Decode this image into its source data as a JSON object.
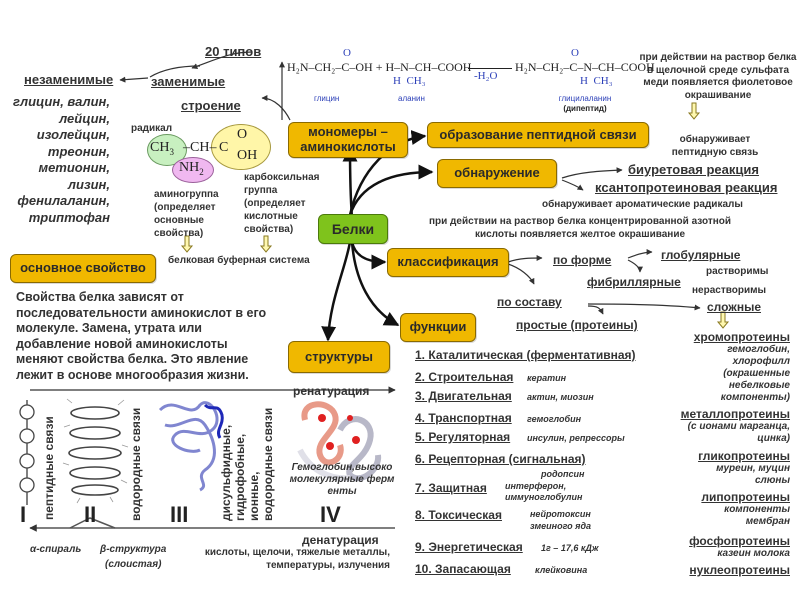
{
  "top": {
    "types": "20 типов",
    "essential": "незаменимые",
    "nonessential": "заменимые",
    "structure": "строение",
    "essential_list": [
      "глицин, валин,",
      "лейцин,",
      "изолейцин,",
      "треонин,",
      "метионин,",
      "лизин,",
      "фенилаланин,",
      "триптофан"
    ]
  },
  "amino_acid": {
    "radical_label": "радикал",
    "ch3": "CH",
    "ch3_sub": "3",
    "ch": "CH",
    "c": "C",
    "o": "O",
    "oh": "OH",
    "nh2": "NH",
    "nh2_sub": "2",
    "amino_group": "аминогруппа (определяет основные свойства)",
    "carboxyl_group": "карбоксильная группа (определяет кислотные свойства)",
    "buffer": "белковая буферная система"
  },
  "reaction": {
    "left": "H₂N–CH₂–C–OH + H–N–CH–COOH",
    "o_top": "O",
    "h_bottom": "H  CH₃",
    "reagent": "-H₂O",
    "product": "H₂N–CH₂–C–N–CH–COOH",
    "label_glycine": "глицин",
    "label_alanine": "аланин",
    "label_dipeptide": "глицилаланин",
    "label_dipeptide_sub": "(дипептид)"
  },
  "biuret": {
    "note": "при действии на раствор белка в щелочной среде сульфата меди появляется фиолетовое окрашивание",
    "detects": "обнаруживает пептидную связь"
  },
  "boxes": {
    "monomers": "мономеры – аминокислоты",
    "peptide_bond": "образование пептидной связи",
    "detection": "обнаружение",
    "proteins": "Белки",
    "main_property": "основное свойство",
    "classification": "классификация",
    "functions": "функции",
    "structures": "структуры"
  },
  "detection": {
    "biuret_reaction": "биуретовая реакция",
    "xanthoprotein_reaction": "ксантопротеиновая реакция",
    "aromatic": "обнаруживает ароматические радикалы",
    "nitric_note": "при действии на раствор белка концентрированной азотной кислоты появляется желтое окрашивание"
  },
  "main_property_text": "Свойства белка зависят от последовательности аминокислот в его молекуле. Замена, утрата или добавление новой аминокислоты меняют свойства белка. Это явление лежит в основе многообразия жизни.",
  "classification": {
    "by_shape": "по форме",
    "globular": "глобулярные",
    "soluble": "растворимы",
    "fibrillar": "фибриллярные",
    "insoluble": "нерастворимы",
    "by_composition": "по составу",
    "simple": "простые (протеины)",
    "complex": "сложные",
    "complex_list": [
      {
        "name": "хромопротеины",
        "desc": "гемоглобин, хлорофилл (окрашенные небелковые компоненты)"
      },
      {
        "name": "металлопротеины",
        "desc": "(с ионами марганца, цинка)"
      },
      {
        "name": "гликопротеины",
        "desc": "муреин, муцин слюны"
      },
      {
        "name": "липопротеины",
        "desc": "компоненты мембран"
      },
      {
        "name": "фосфопротеины",
        "desc": "казеин молока"
      },
      {
        "name": "нуклеопротеины",
        "desc": ""
      }
    ]
  },
  "functions": [
    {
      "name": "1. Каталитическая (ферментативная)",
      "example": ""
    },
    {
      "name": "2. Строительная",
      "example": "кератин"
    },
    {
      "name": "3. Двигательная",
      "example": "актин, миозин"
    },
    {
      "name": "4. Транспортная",
      "example": "гемоглобин"
    },
    {
      "name": "5. Регуляторная",
      "example": "инсулин, репрессоры"
    },
    {
      "name": "6. Рецепторная (сигнальная)",
      "example": "родопсин"
    },
    {
      "name": "7. Защитная",
      "example": "интерферон, иммуноглобулин"
    },
    {
      "name": "8. Токсическая",
      "example": "нейротоксин змеиного яда"
    },
    {
      "name": "9. Энергетическая",
      "example": "1г – 17,6 кДж"
    },
    {
      "name": "10. Запасающая",
      "example": "клейковина"
    }
  ],
  "structures": {
    "levels": [
      "I",
      "II",
      "III",
      "IV"
    ],
    "peptide_bonds": "пептидные связи",
    "hydrogen_bonds": "водородные связи",
    "tertiary_bonds": [
      "дисульфидные,",
      "гидрофобные,",
      "ионные,",
      "водородные связи"
    ],
    "renaturation": "ренатурация",
    "denaturation": "денатурация",
    "denat_causes": "кислоты, щелочи, тяжелые металлы, температуры, излучения",
    "alpha_helix": "α-спираль",
    "beta_structure": "β-структура",
    "beta_sub": "(слоистая)",
    "quaternary_example": "Гемоглобин,высокомолекулярные ферменты"
  },
  "colors": {
    "box_fill": "#f0b800",
    "center_fill": "#7fc31c",
    "reaction_blue": "#2b3fb8",
    "radical_green": "#c8f0c0",
    "amino_pink": "#f0b8f0",
    "carboxyl_yellow": "#fff6a8"
  }
}
